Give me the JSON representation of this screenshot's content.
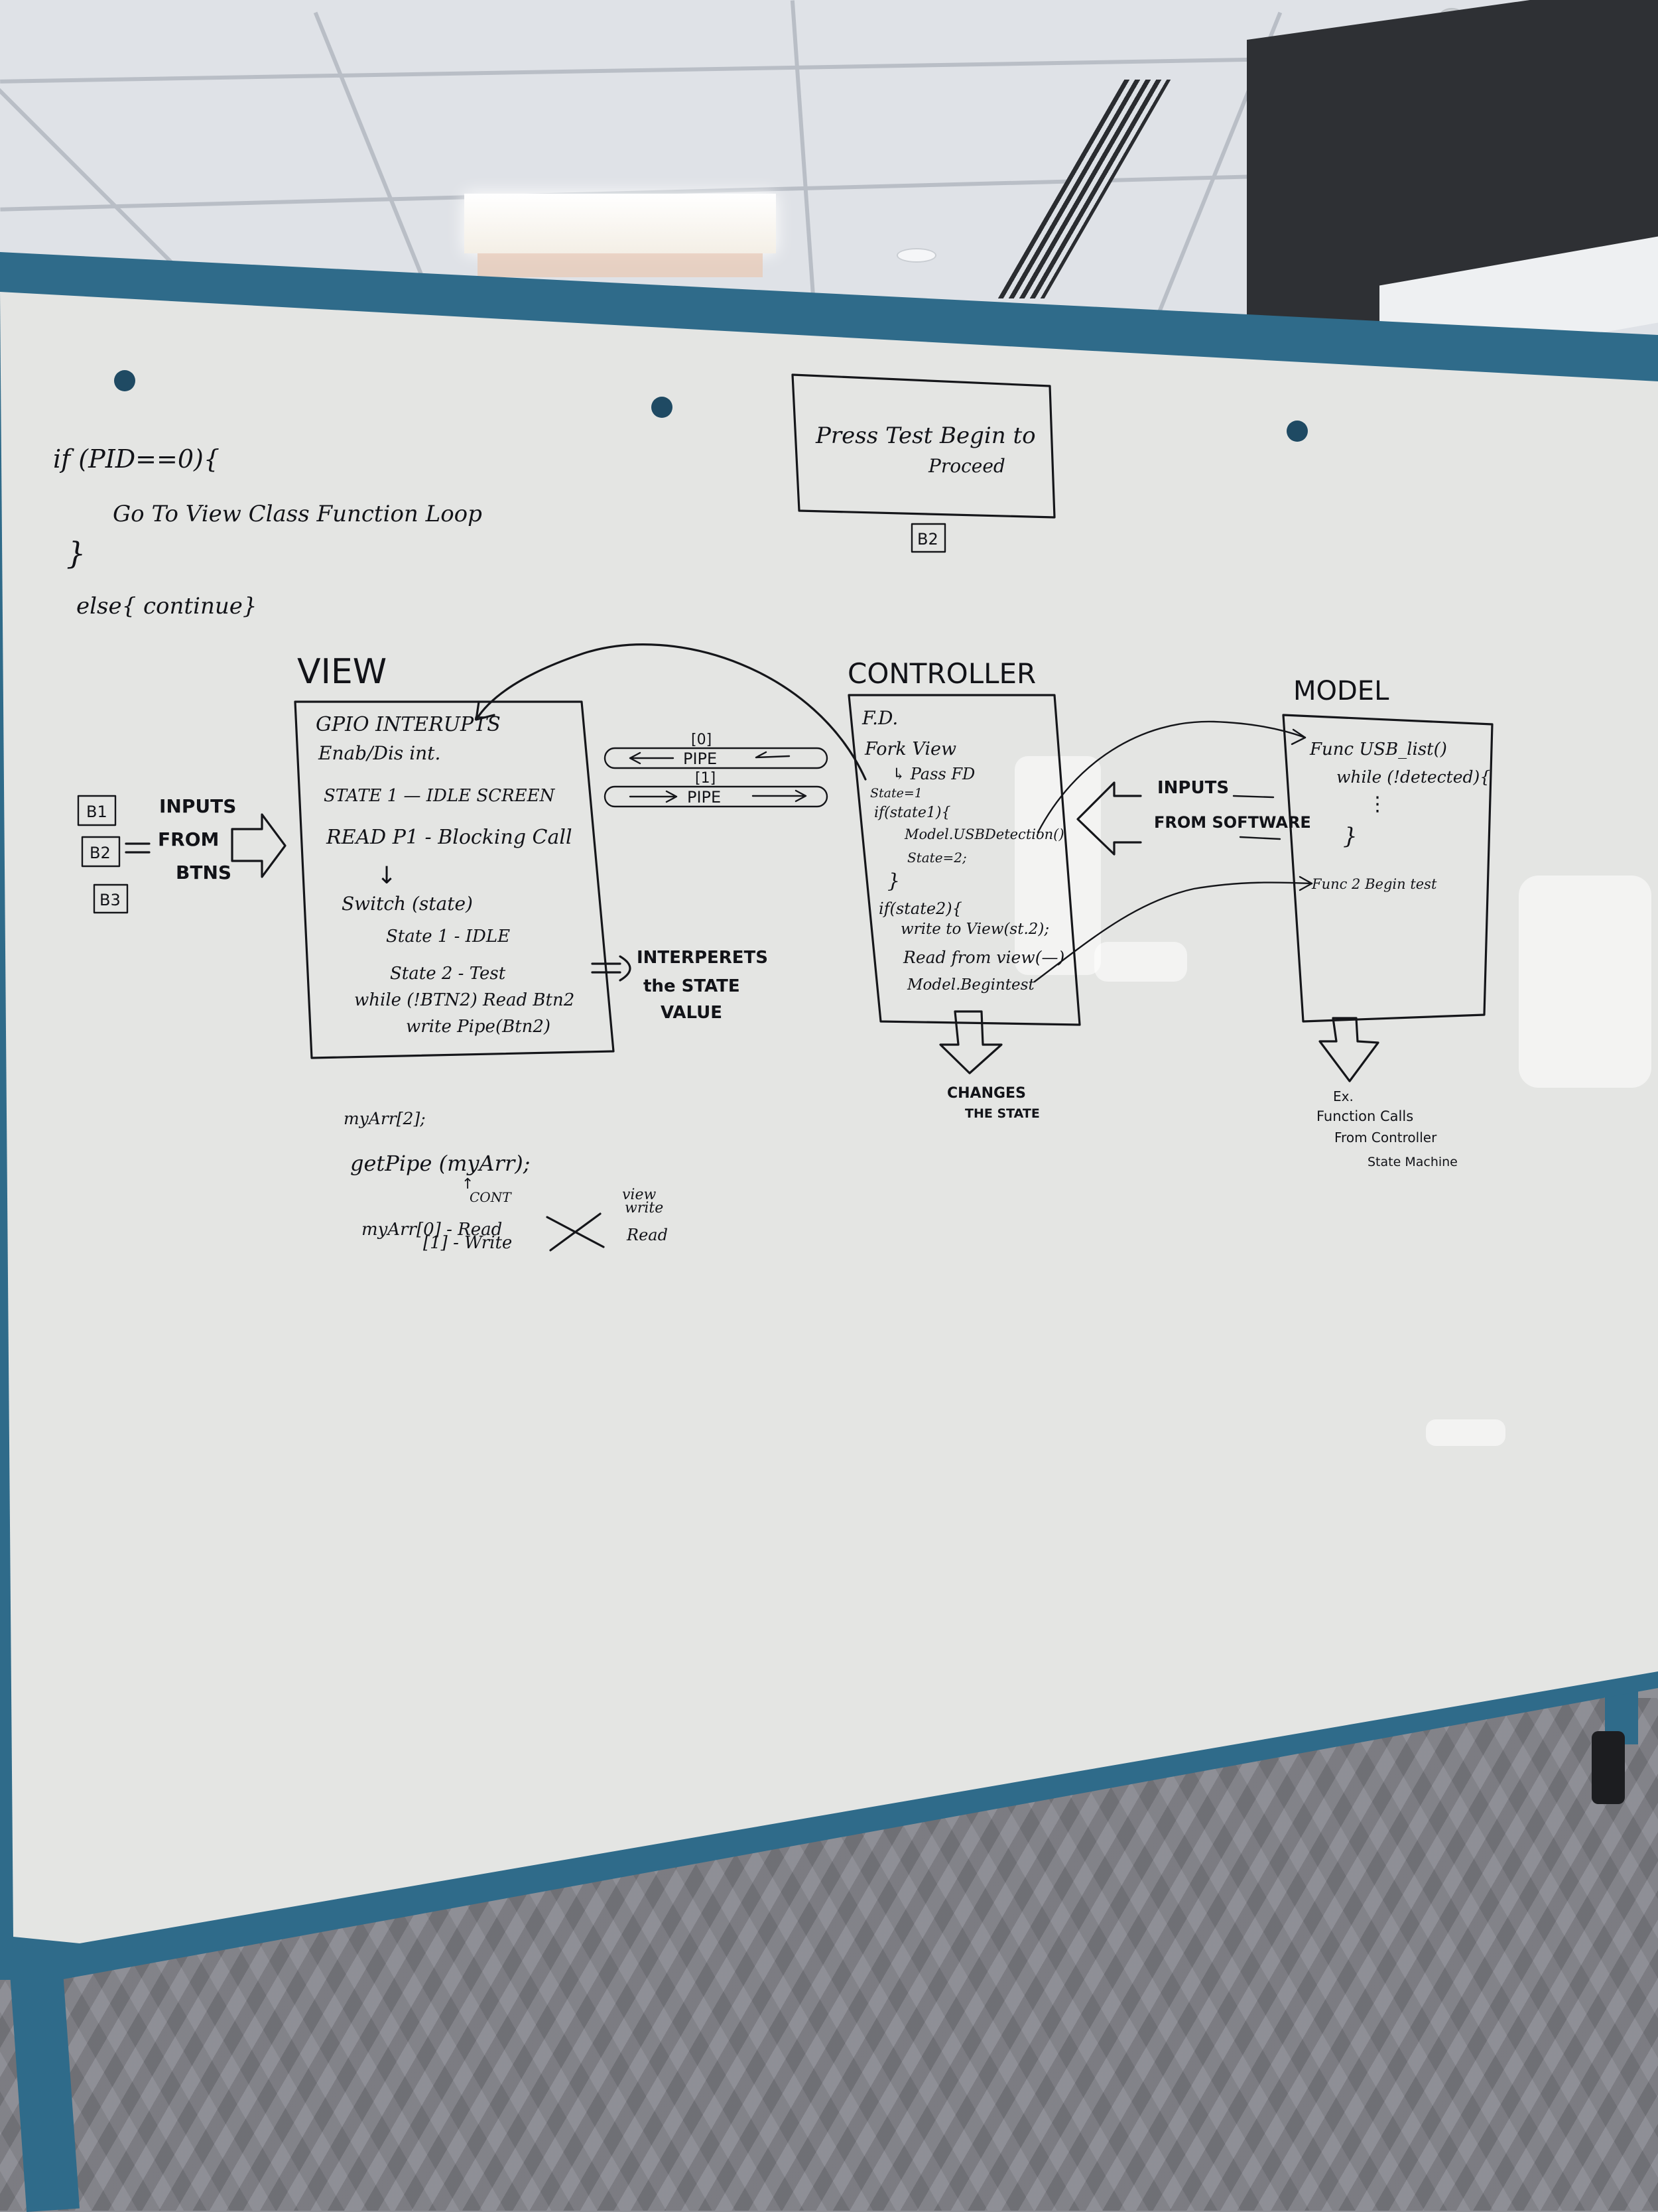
{
  "code_top": {
    "line1": "if (PID==0){",
    "line2": "Go To View Class Function Loop",
    "line3": "}",
    "line4": "else{ continue}"
  },
  "popup": {
    "line1": "Press Test Begin to",
    "line2": "Proceed",
    "button": "B2"
  },
  "inputs": {
    "b1": "B1",
    "b2": "B2",
    "b3": "B3",
    "line1": "INPUTS",
    "line2": "FROM",
    "line3": "BTNS"
  },
  "view": {
    "title": "VIEW",
    "lines": [
      "GPIO INTERUPTS",
      "Enab/Dis int.",
      "STATE 1 — IDLE SCREEN",
      "READ P1 - Blocking Call",
      "↓",
      "Switch (state)",
      "State 1 - IDLE",
      "State 2 - Test",
      "while (!BTN2) Read Btn2",
      "write Pipe(Btn2)"
    ],
    "note": [
      "INTERPERETS",
      "the STATE",
      "VALUE"
    ]
  },
  "pipes": {
    "top_index": "[0]",
    "top_label": "PIPE",
    "bottom_index": "[1]",
    "bottom_label": "PIPE"
  },
  "controller": {
    "title": "CONTROLLER",
    "lines": [
      "F.D.",
      "Fork View",
      "↳ Pass FD",
      "State=1",
      "if(state1){",
      "Model.USBDetection()",
      "State=2;",
      "}",
      "if(state2){",
      "write to View(st.2);",
      "Read from view(—)",
      "Model.Begintest"
    ],
    "bottom": [
      "CHANGES",
      "THE STATE"
    ]
  },
  "software_inputs": [
    "INPUTS",
    "FROM SOFTWARE"
  ],
  "model": {
    "title": "MODEL",
    "lines": [
      "Func USB_list()",
      "while (!detected){",
      "⋮",
      "}",
      "Func 2 Begin test"
    ],
    "bottom": [
      "Ex.",
      "Function Calls",
      "From Controller",
      "State Machine"
    ]
  },
  "notes_bottom": {
    "arr": "myArr[2];",
    "get": "getPipe (myArr);",
    "caret": "↑",
    "cont": "CONT",
    "read": "myArr[0] - Read",
    "write": "[1] - Write",
    "right1": "view",
    "right2": "write",
    "right3": "Read"
  },
  "colors": {
    "board": "#e4e5e3",
    "frame": "#2f6b8a",
    "ink": "#15161a"
  }
}
